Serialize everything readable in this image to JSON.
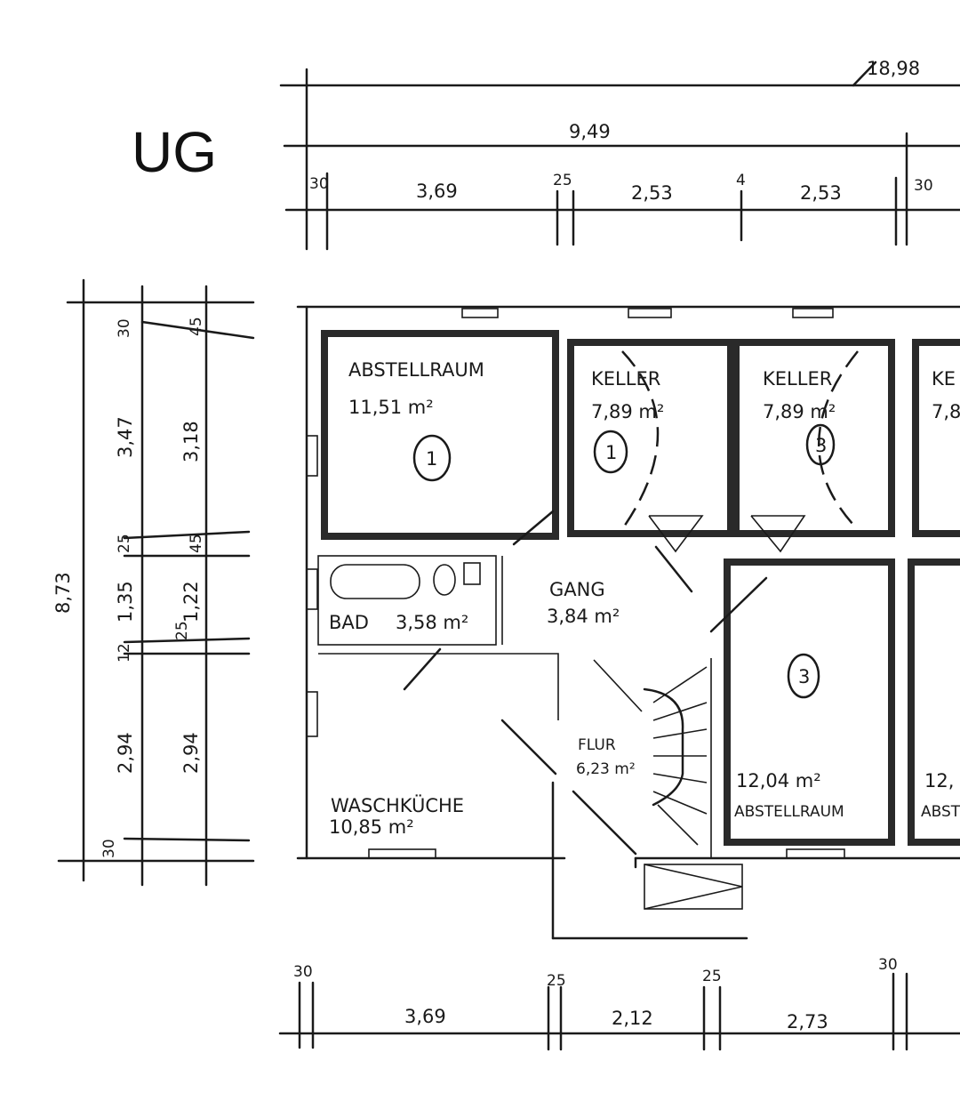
{
  "floor_label": "UG",
  "dimensions": {
    "top_total": "18,98",
    "top_half": "9,49",
    "top_segments": [
      "30",
      "3,69",
      "25",
      "2,53",
      "4",
      "2,53",
      "30"
    ],
    "left_total": "8,73",
    "left_outer": [
      "30",
      "3,47",
      "25",
      "1,35",
      "12",
      "2,94",
      "30"
    ],
    "left_inner": [
      "45",
      "3,18",
      "45",
      "1,22",
      "25",
      "2,94"
    ],
    "bottom_segments": [
      "30",
      "3,69",
      "25",
      "2,12",
      "25",
      "2,73",
      "30"
    ]
  },
  "rooms": [
    {
      "name": "ABSTELLRAUM",
      "area": "11,51 m²",
      "unit": "1"
    },
    {
      "name": "KELLER",
      "area": "7,89 m²",
      "unit": "1"
    },
    {
      "name": "KELLER",
      "area": "7,89 m²",
      "unit": "3"
    },
    {
      "name": "KE",
      "area": "7,8"
    },
    {
      "name": "BAD",
      "area": "3,58 m²"
    },
    {
      "name": "GANG",
      "area": "3,84 m²"
    },
    {
      "name": "FLUR",
      "area": "6,23 m²"
    },
    {
      "name": "WASCHKÜCHE",
      "area": "10,85 m²"
    },
    {
      "name": "ABSTELLRAUM",
      "area": "12,04 m²",
      "unit": "3"
    },
    {
      "name": "ABST",
      "area": "12,"
    }
  ]
}
